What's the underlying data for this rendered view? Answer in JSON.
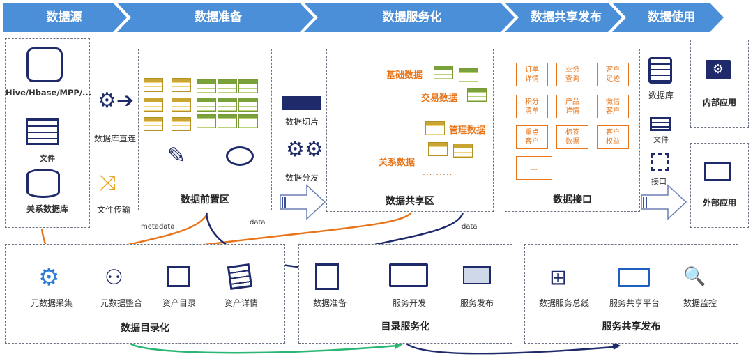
{
  "colors": {
    "chevron": "#4a8fd8",
    "accent_orange": "#e8751a",
    "navy": "#1f2a6b",
    "green": "#2bb673",
    "red_shape": "#e0605c"
  },
  "stages": [
    "数据源",
    "数据准备",
    "数据服务化",
    "数据共享发布",
    "数据使用"
  ],
  "source": {
    "items": [
      "Hive/Hbase/MPP/...",
      "文件",
      "关系数据库"
    ]
  },
  "transfer": {
    "db_direct": "数据库直连",
    "file_transfer": "文件传输"
  },
  "prep": {
    "title": "数据前置区"
  },
  "middle": {
    "slice": "数据切片",
    "distribute": "数据分发"
  },
  "share": {
    "title": "数据共享区",
    "labels": [
      "基础数据",
      "交易数据",
      "管理数据",
      "关系数据"
    ],
    "ellipsis": "........."
  },
  "interface": {
    "title": "数据接口",
    "cells": [
      "订单\n详情",
      "业务\n查询",
      "客户\n足迹",
      "积分\n清单",
      "产品\n详情",
      "微信\n客户",
      "重点\n客户",
      "标签\n数据",
      "客户\n权益",
      "..."
    ]
  },
  "outputs": {
    "db": "数据库",
    "file": "文件",
    "api": "接口"
  },
  "usage": {
    "internal": "内部应用",
    "external": "外部应用"
  },
  "flow_labels": {
    "metadata": "metadata",
    "data1": "data",
    "data2": "data"
  },
  "catalog": {
    "title": "数据目录化",
    "items": [
      "元数据采集",
      "元数据整合",
      "资产目录",
      "资产详情"
    ]
  },
  "catalog_service": {
    "title": "目录服务化",
    "items": [
      "数据准备",
      "服务开发",
      "服务发布"
    ]
  },
  "share_publish": {
    "title": "服务共享发布",
    "items": [
      "数据服务总线",
      "服务共享平台",
      "数据监控"
    ]
  }
}
